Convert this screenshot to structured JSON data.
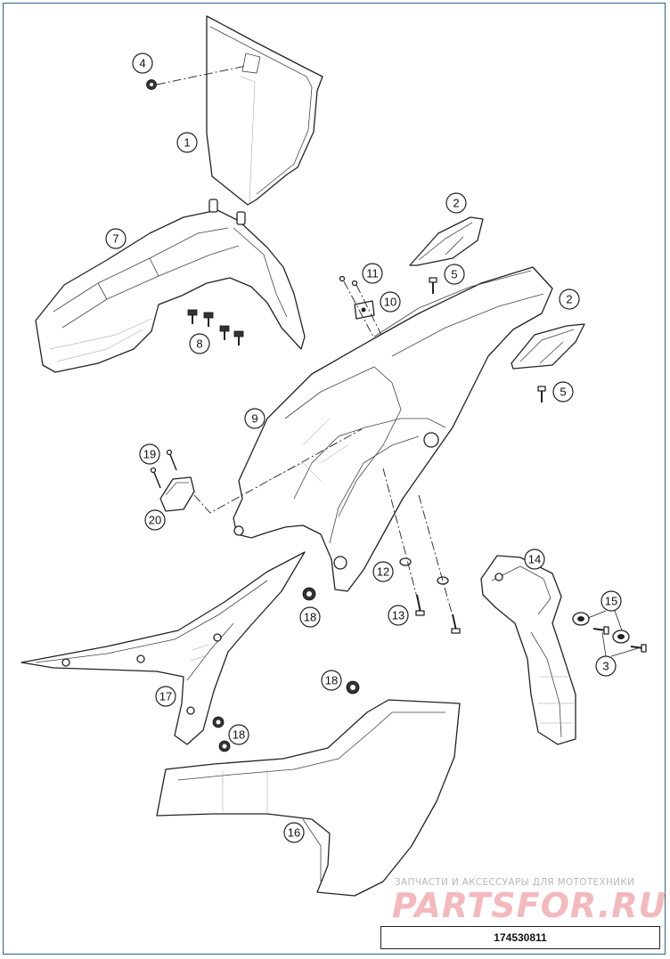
{
  "callouts": [
    {
      "id": "c1",
      "label": "1"
    },
    {
      "id": "c2a",
      "label": "2"
    },
    {
      "id": "c2b",
      "label": "2"
    },
    {
      "id": "c3",
      "label": "3"
    },
    {
      "id": "c4",
      "label": "4"
    },
    {
      "id": "c5a",
      "label": "5"
    },
    {
      "id": "c5b",
      "label": "5"
    },
    {
      "id": "c7",
      "label": "7"
    },
    {
      "id": "c8",
      "label": "8"
    },
    {
      "id": "c9",
      "label": "9"
    },
    {
      "id": "c10",
      "label": "10"
    },
    {
      "id": "c11",
      "label": "11"
    },
    {
      "id": "c12",
      "label": "12"
    },
    {
      "id": "c13",
      "label": "13"
    },
    {
      "id": "c14",
      "label": "14"
    },
    {
      "id": "c15",
      "label": "15"
    },
    {
      "id": "c16",
      "label": "16"
    },
    {
      "id": "c17",
      "label": "17"
    },
    {
      "id": "c18a",
      "label": "18"
    },
    {
      "id": "c18b",
      "label": "18"
    },
    {
      "id": "c18c",
      "label": "18"
    },
    {
      "id": "c19",
      "label": "19"
    },
    {
      "id": "c20",
      "label": "20"
    }
  ],
  "watermark": {
    "tagline": "ЗАПЧАСТИ И АКСЕССУАРЫ ДЛЯ МОТОТЕХНИКИ",
    "logo": "PARTSFOR.RU"
  },
  "diagram_code": "174530811",
  "colors": {
    "frame": "#2f5f86",
    "line": "#222222",
    "watermark": "#f3b9bd"
  }
}
